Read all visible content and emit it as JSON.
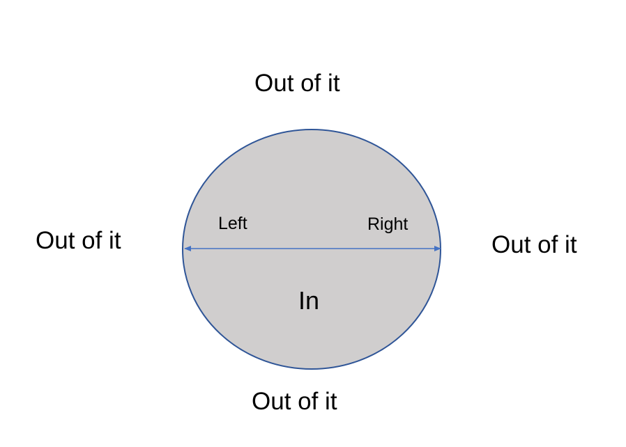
{
  "diagram": {
    "labels": {
      "top": "Out of it",
      "left": "Out of it",
      "right": "Out of it",
      "bottom": "Out of it",
      "inside": "In",
      "diameter_left": "Left",
      "diameter_right": "Right"
    },
    "colors": {
      "circle_fill": "#d0cece",
      "circle_stroke": "#2f5597",
      "arrow": "#4472c4",
      "text": "#000000",
      "background": "#ffffff"
    }
  }
}
